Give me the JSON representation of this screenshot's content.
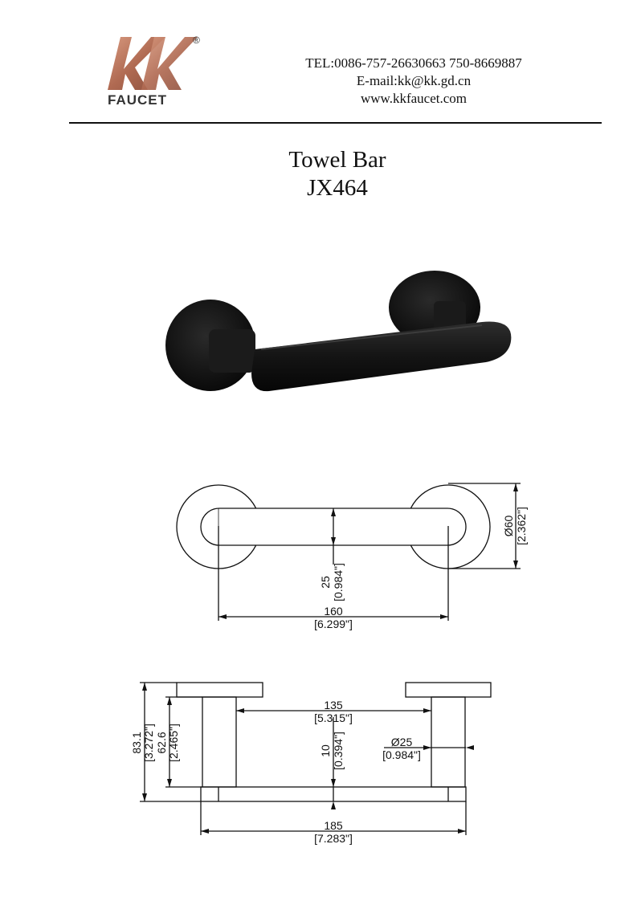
{
  "brand": {
    "logo_letters": "KK",
    "logo_word": "FAUCET",
    "registered": "®",
    "logo_color": "#b8735a"
  },
  "contact": {
    "tel": "TEL:0086-757-26630663 750-8669887",
    "email": "E-mail:kk@kk.gd.cn",
    "web": "www.kkfaucet.com"
  },
  "product": {
    "name": "Towel Bar",
    "model": "JX464"
  },
  "top_view": {
    "dim_diameter": "Ø60",
    "dim_diameter_in": "[2.362\"]",
    "dim_depth": "25",
    "dim_depth_in": "[0.984\"]",
    "dim_length": "160",
    "dim_length_in": "[6.299\"]"
  },
  "side_view": {
    "dim_height": "83.1",
    "dim_height_in": "[3.272\"]",
    "dim_inner_height": "62.6",
    "dim_inner_height_in": "[2.465\"]",
    "dim_span": "135",
    "dim_span_in": "[5.315\"]",
    "dim_bar": "10",
    "dim_bar_in": "[0.394\"]",
    "dim_post": "Ø25",
    "dim_post_in": "[0.984\"]",
    "dim_overall": "185",
    "dim_overall_in": "[7.283\"]"
  },
  "colors": {
    "product_finish": "#111111",
    "line": "#111111"
  }
}
